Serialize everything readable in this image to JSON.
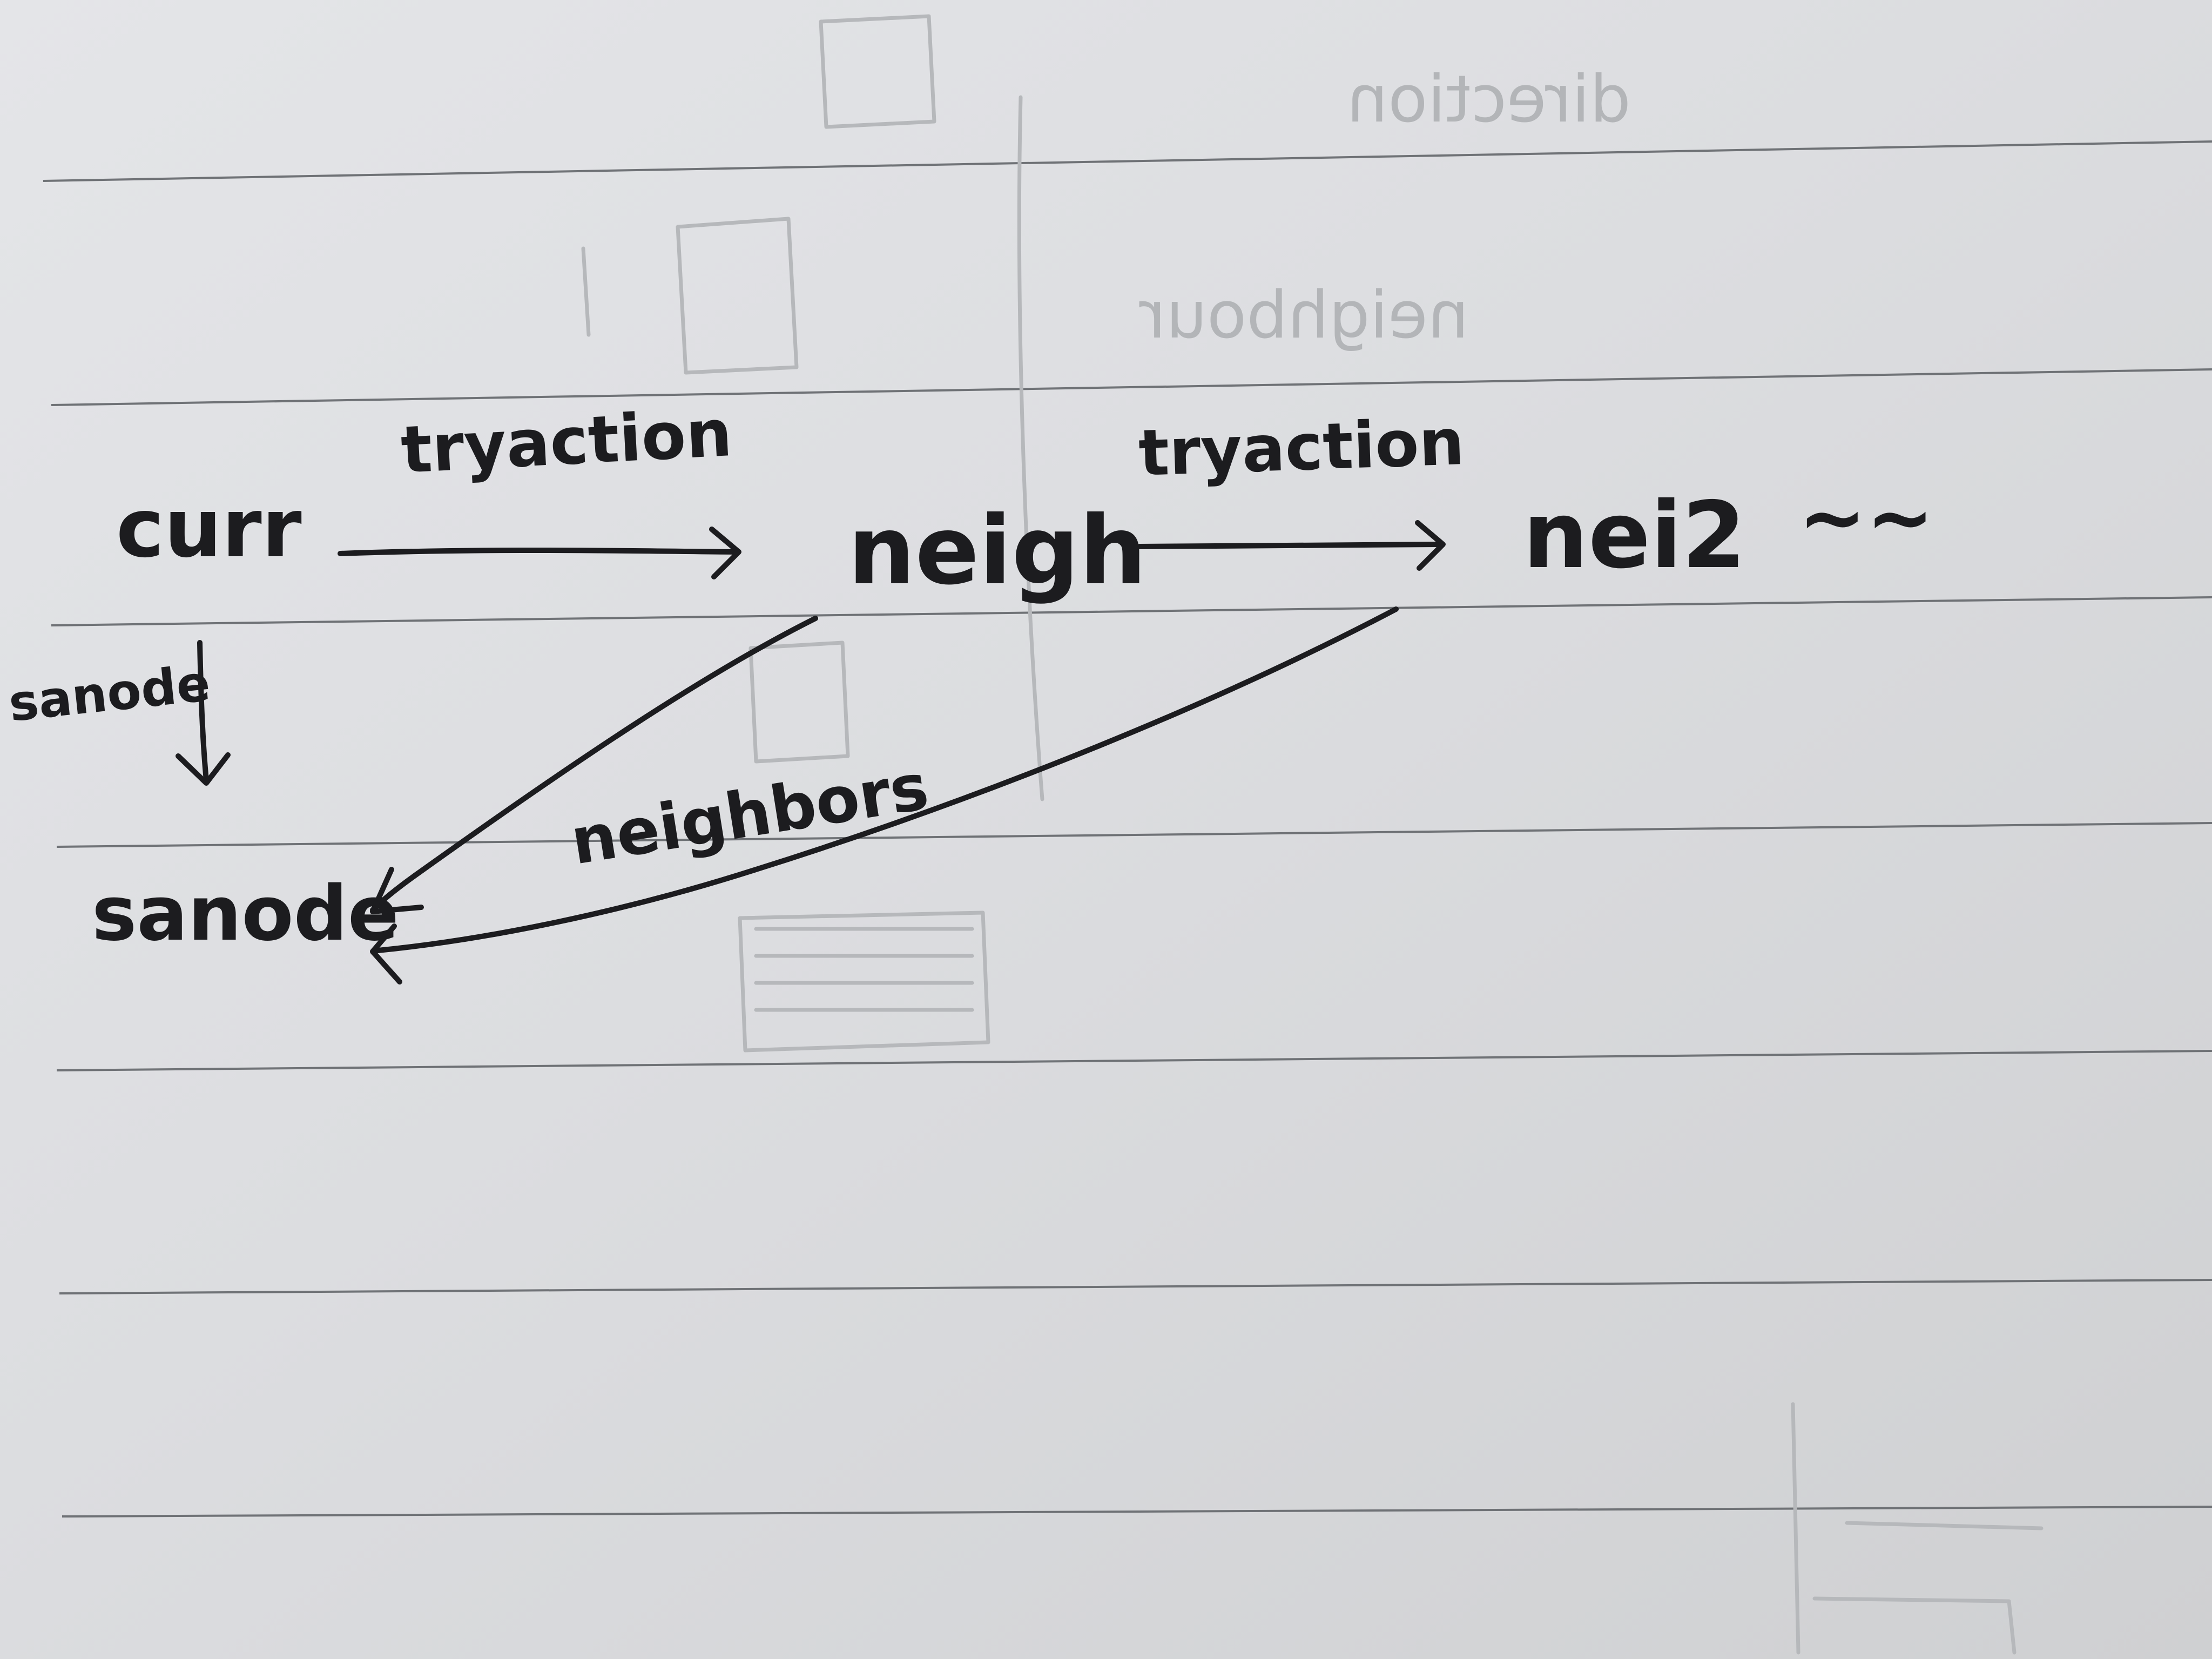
{
  "diagram": {
    "nodes": {
      "curr": "curr",
      "neigh": "neigh",
      "nei2": "nei2",
      "sanode": "sanode",
      "trailing": "~~"
    },
    "edges": {
      "curr_to_neigh": "tryaction",
      "neigh_to_nei2": "tryaction",
      "curr_to_sanode": "sanode",
      "to_sanode": "neighbors"
    },
    "show_through_text": {
      "top": "direction",
      "middle": "neighbour"
    }
  }
}
